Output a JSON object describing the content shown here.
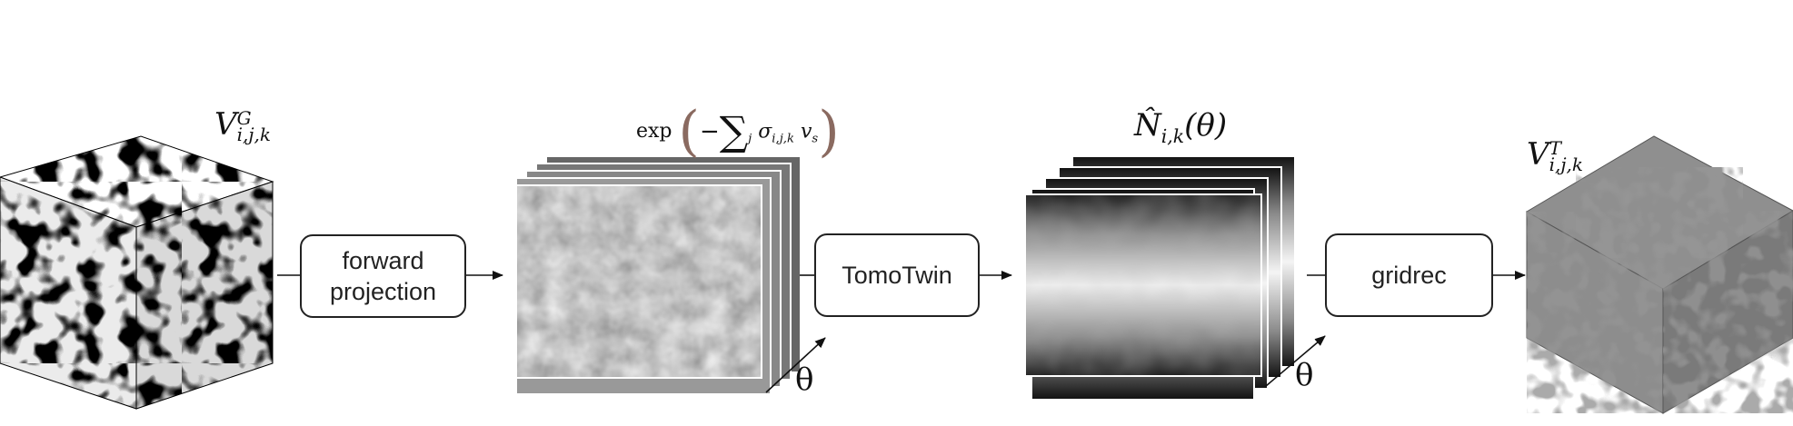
{
  "labels": {
    "vg": {
      "base": "V",
      "sup": "G",
      "sub": "i,j,k"
    },
    "exp_formula": {
      "exp": "exp",
      "minus": "−",
      "sum": "∑",
      "sum_index": "j",
      "sigma": "σ",
      "sigma_sub": "i,j,k",
      "v": "v",
      "v_sub": "s"
    },
    "nhat": {
      "base": "N̂",
      "sub": "i,k",
      "arg": "(θ)"
    },
    "vt": {
      "base": "V",
      "sup": "T",
      "sub": "i,j,k"
    },
    "theta_1": "θ",
    "theta_2": "θ"
  },
  "boxes": {
    "forward_projection": {
      "line1": "forward",
      "line2": "projection"
    },
    "tomotwin": "TomoTwin",
    "gridrec": "gridrec"
  },
  "colors": {
    "stroke": "#222222",
    "cube_black": "#0a0a0a",
    "cube_gray": "#8a8a8a"
  }
}
